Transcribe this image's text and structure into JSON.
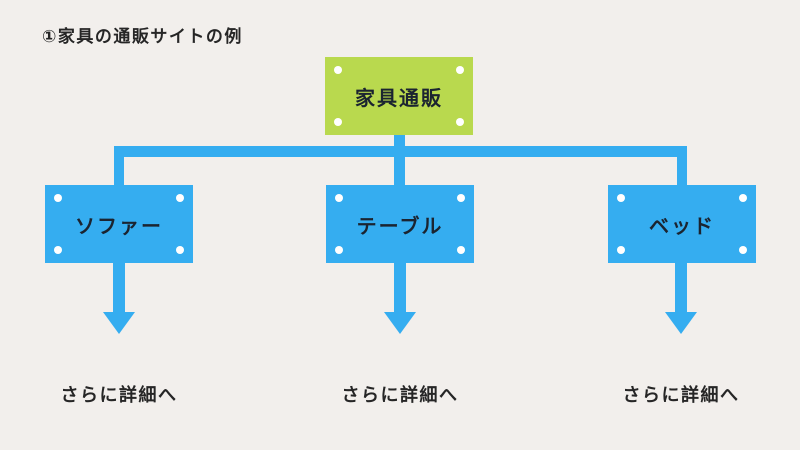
{
  "title": "①家具の通販サイトの例",
  "diagram": {
    "root": {
      "label": "家具通販"
    },
    "children": [
      {
        "label": "ソファー",
        "detail": "さらに詳細へ"
      },
      {
        "label": "テーブル",
        "detail": "さらに詳細へ"
      },
      {
        "label": "ベッド",
        "detail": "さらに詳細へ"
      }
    ]
  },
  "colors": {
    "bg": "#f2efec",
    "green": "#b9d94e",
    "blue": "#35adf0",
    "ink": "#1b2430",
    "label": "#262626"
  }
}
